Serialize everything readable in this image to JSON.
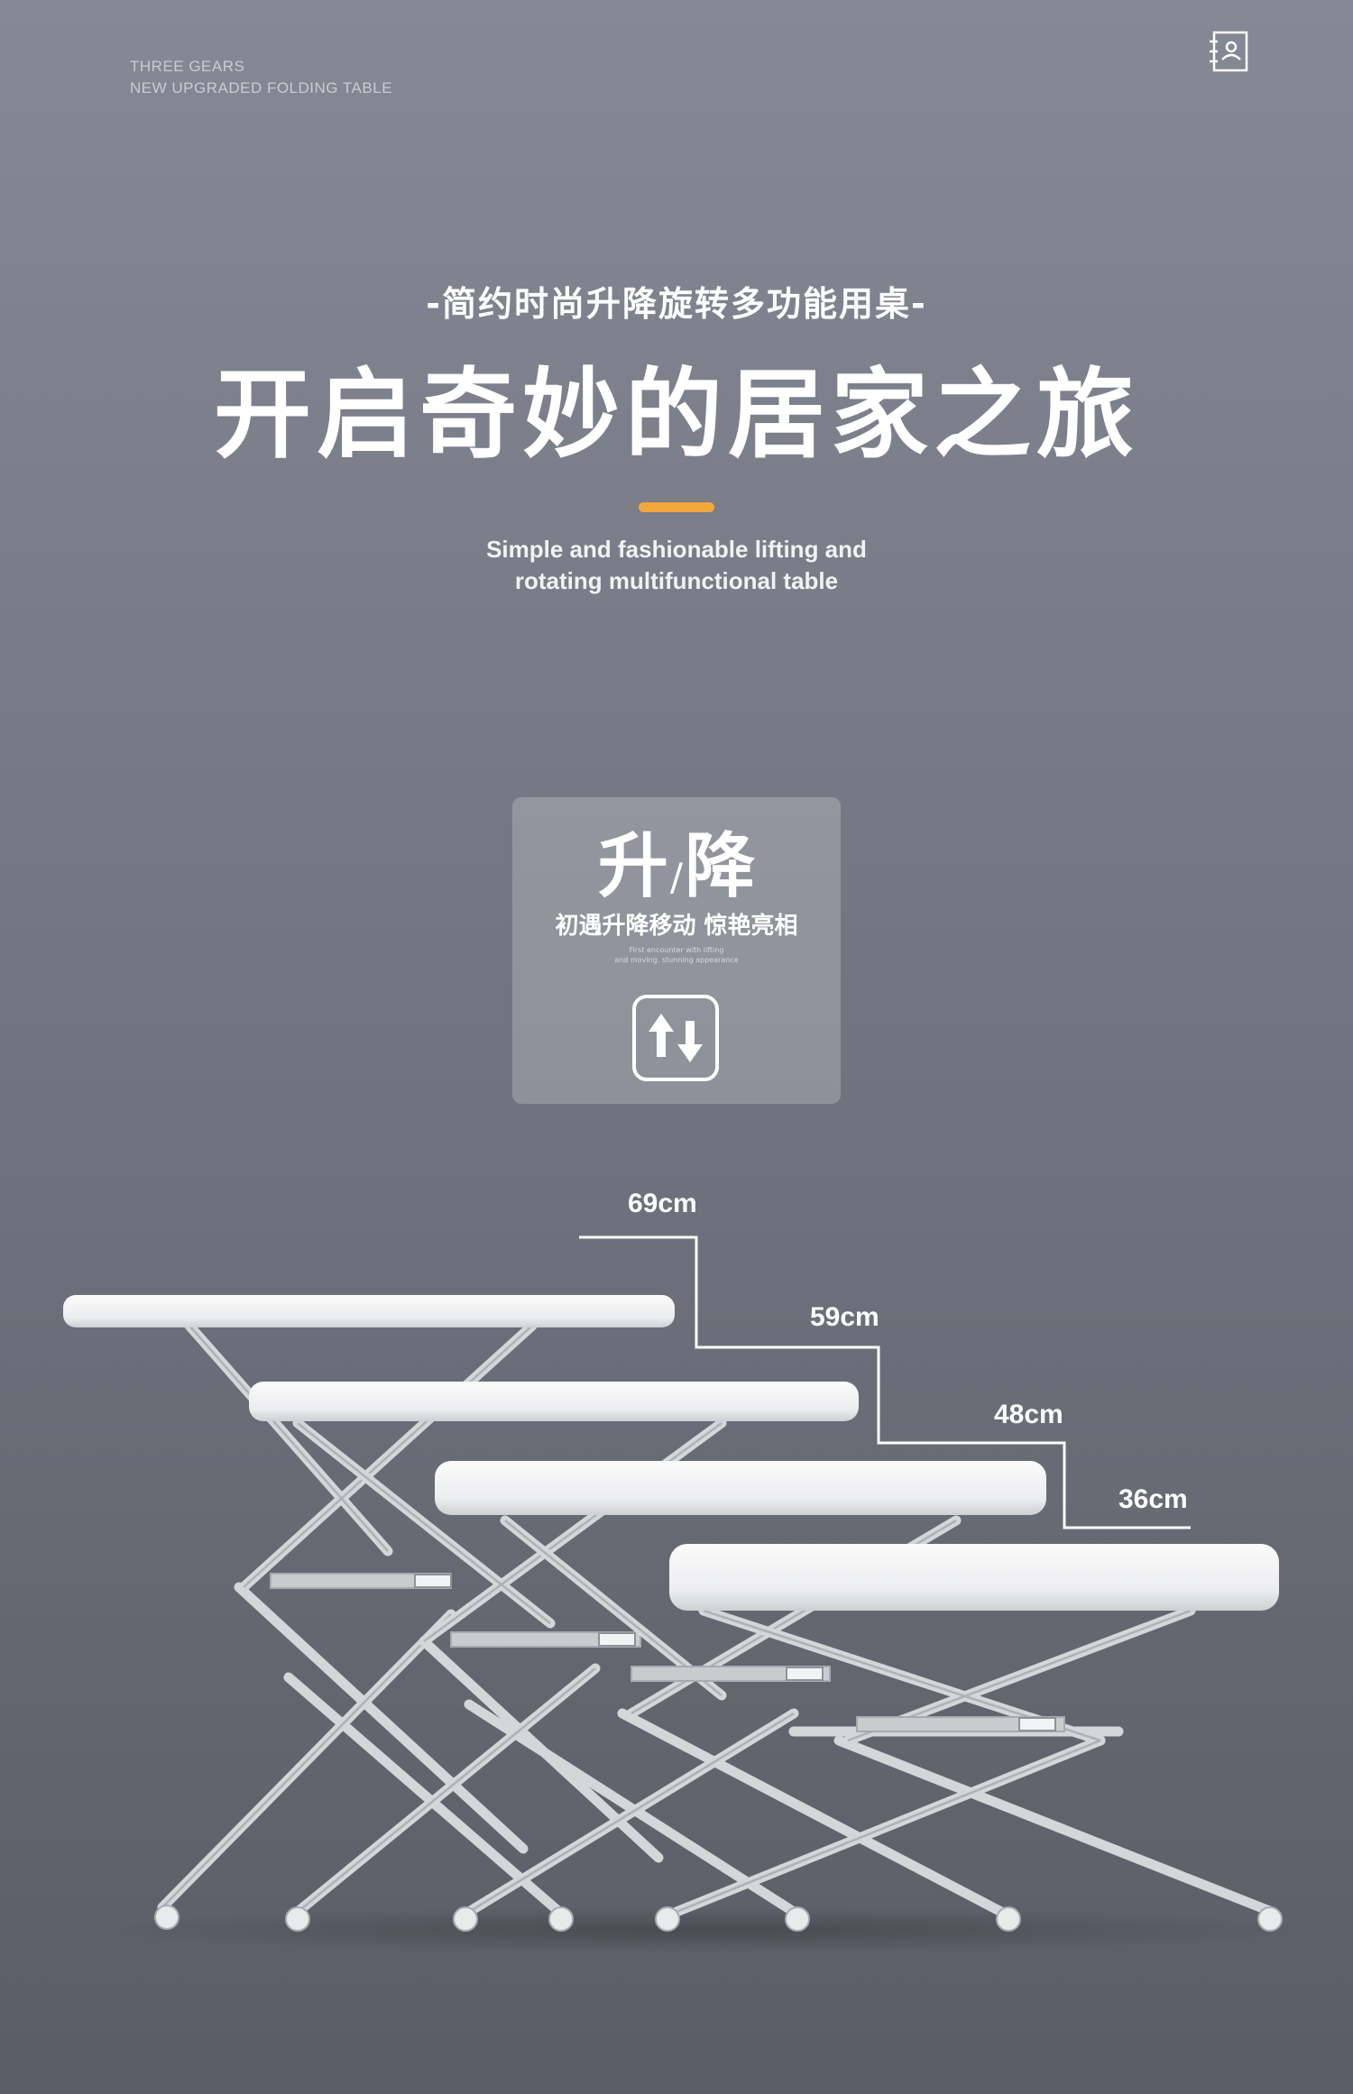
{
  "brand": {
    "line1": "THREE GEARS",
    "line2": "NEW UPGRADED FOLDING TABLE"
  },
  "header_icon": "contact-book-icon",
  "subtitle_cn": "-简约时尚升降旋转多功能用桌-",
  "headline": "开启奇妙的居家之旅",
  "accent_color": "#f2a73c",
  "subtitle_en": {
    "line1": "Simple and fashionable lifting and",
    "line2": "rotating multifunctional table"
  },
  "feature": {
    "title_left": "升",
    "title_sep": "/",
    "title_right": "降",
    "caption": "初遇升降移动  惊艳亮相",
    "small_line1": "First encounter with lifting",
    "small_line2": "and moving, stunning appearance",
    "icon": "up-down-arrows-icon"
  },
  "heights": [
    "69cm",
    "59cm",
    "48cm",
    "36cm"
  ]
}
